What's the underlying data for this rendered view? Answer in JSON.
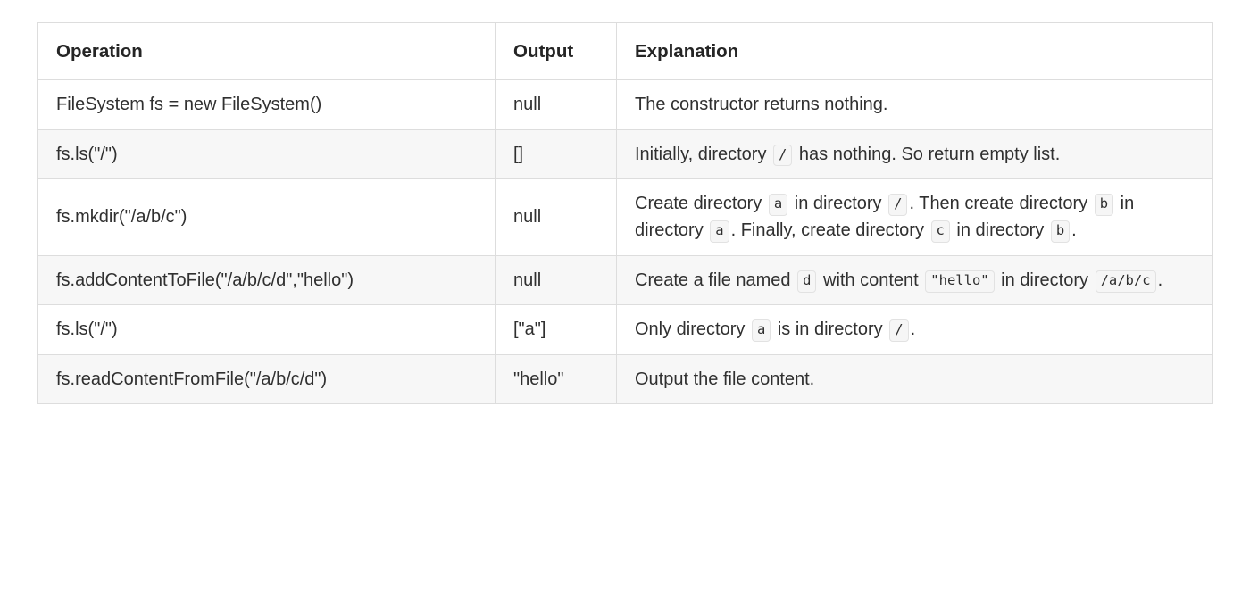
{
  "table": {
    "columns": [
      "Operation",
      "Output",
      "Explanation"
    ],
    "rows": [
      {
        "operation": "FileSystem fs = new FileSystem()",
        "output": "null",
        "explanation_parts": [
          {
            "type": "text",
            "value": "The constructor returns nothing."
          }
        ]
      },
      {
        "operation": "fs.ls(\"/\")",
        "output": "[]",
        "explanation_parts": [
          {
            "type": "text",
            "value": "Initially, directory "
          },
          {
            "type": "code",
            "value": "/"
          },
          {
            "type": "text",
            "value": " has nothing. So return empty list."
          }
        ]
      },
      {
        "operation": "fs.mkdir(\"/a/b/c\")",
        "output": "null",
        "explanation_parts": [
          {
            "type": "text",
            "value": "Create directory "
          },
          {
            "type": "code",
            "value": "a"
          },
          {
            "type": "text",
            "value": " in directory "
          },
          {
            "type": "code",
            "value": "/"
          },
          {
            "type": "text",
            "value": ". Then create directory "
          },
          {
            "type": "code",
            "value": "b"
          },
          {
            "type": "text",
            "value": " in directory "
          },
          {
            "type": "code",
            "value": "a"
          },
          {
            "type": "text",
            "value": ". Finally, create directory "
          },
          {
            "type": "code",
            "value": "c"
          },
          {
            "type": "text",
            "value": " in directory "
          },
          {
            "type": "code",
            "value": "b"
          },
          {
            "type": "text",
            "value": "."
          }
        ]
      },
      {
        "operation": "fs.addContentToFile(\"/a/b/c/d\",\"hello\")",
        "output": "null",
        "explanation_parts": [
          {
            "type": "text",
            "value": "Create a file named "
          },
          {
            "type": "code",
            "value": "d"
          },
          {
            "type": "text",
            "value": " with content "
          },
          {
            "type": "code",
            "value": "\"hello\""
          },
          {
            "type": "text",
            "value": " in directory "
          },
          {
            "type": "code",
            "value": "/a/b/c"
          },
          {
            "type": "text",
            "value": "."
          }
        ]
      },
      {
        "operation": "fs.ls(\"/\")",
        "output": "[\"a\"]",
        "explanation_parts": [
          {
            "type": "text",
            "value": "Only directory "
          },
          {
            "type": "code",
            "value": "a"
          },
          {
            "type": "text",
            "value": " is in directory "
          },
          {
            "type": "code",
            "value": "/"
          },
          {
            "type": "text",
            "value": "."
          }
        ]
      },
      {
        "operation": "fs.readContentFromFile(\"/a/b/c/d\")",
        "output": "\"hello\"",
        "explanation_parts": [
          {
            "type": "text",
            "value": "Output the file content."
          }
        ]
      }
    ]
  },
  "colors": {
    "border": "#dddddd",
    "outer_border": "#d9d9d9",
    "stripe": "#f7f7f7",
    "text": "#303030",
    "header_text": "#252525",
    "code_bg": "#f6f6f6",
    "code_border": "#e2e2e2"
  }
}
